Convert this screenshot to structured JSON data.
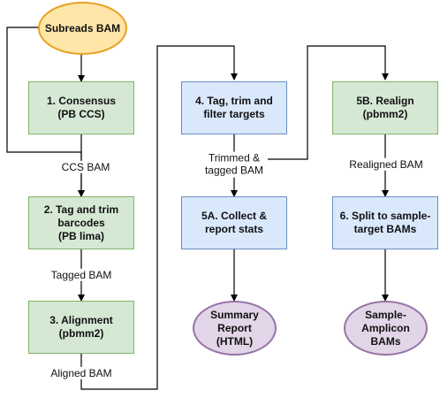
{
  "nodes": {
    "subreads": "Subreads BAM",
    "consensus": "1. Consensus\n(PB CCS)",
    "tag_trim_barcodes": "2. Tag and trim\nbarcodes\n(PB lima)",
    "alignment": "3. Alignment\n(pbmm2)",
    "tag_trim_filter": "4. Tag, trim and\nfilter targets",
    "collect_stats": "5A. Collect &\nreport stats",
    "summary_report": "Summary\nReport\n(HTML)",
    "realign": "5B. Realign\n(pbmm2)",
    "split_bams": "6. Split to sample-\ntarget BAMs",
    "sample_amplicon": "Sample-\nAmplicon\nBAMs"
  },
  "edges": {
    "ccs_bam": "CCS BAM",
    "tagged_bam": "Tagged BAM",
    "aligned_bam": "Aligned BAM",
    "trimmed_tagged_bam": "Trimmed &\ntagged BAM",
    "realigned_bam": "Realigned BAM"
  },
  "colors": {
    "green_fill": "#d5e8d4",
    "green_stroke": "#82b366",
    "blue_fill": "#dae8fc",
    "blue_stroke": "#6c8ebf",
    "orange_fill": "#ffe6a8",
    "orange_stroke": "#e8a020",
    "purple_fill": "#e1d5e7",
    "purple_stroke": "#9673a6"
  }
}
